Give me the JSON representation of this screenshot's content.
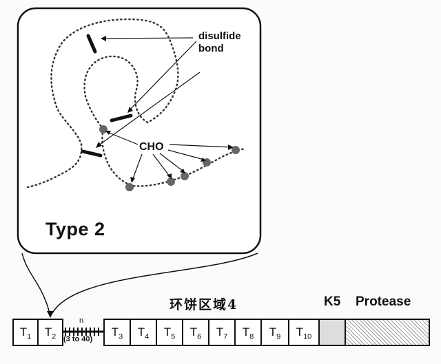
{
  "inset": {
    "title": "Type 2",
    "label_disulfide_line1": "disulfide",
    "label_disulfide_line2": "bond",
    "label_cho": "CHO"
  },
  "domain_labels": {
    "cjk_label": "环饼区域4",
    "k5": "K5",
    "protease": "Protease"
  },
  "linker": {
    "n": "n",
    "range": "(3 to 40)"
  },
  "domains_left": [
    {
      "base": "T",
      "sub": "1"
    },
    {
      "base": "T",
      "sub": "2"
    }
  ],
  "domains_right": [
    {
      "base": "T",
      "sub": "3"
    },
    {
      "base": "T",
      "sub": "4"
    },
    {
      "base": "T",
      "sub": "5"
    },
    {
      "base": "T",
      "sub": "6"
    },
    {
      "base": "T",
      "sub": "7"
    },
    {
      "base": "T",
      "sub": "8"
    },
    {
      "base": "T",
      "sub": "9"
    },
    {
      "base": "T",
      "sub": "10"
    }
  ],
  "colors": {
    "outline": "#111111",
    "k5_fill": "#dddddd",
    "glycan_dot": "#666666"
  }
}
